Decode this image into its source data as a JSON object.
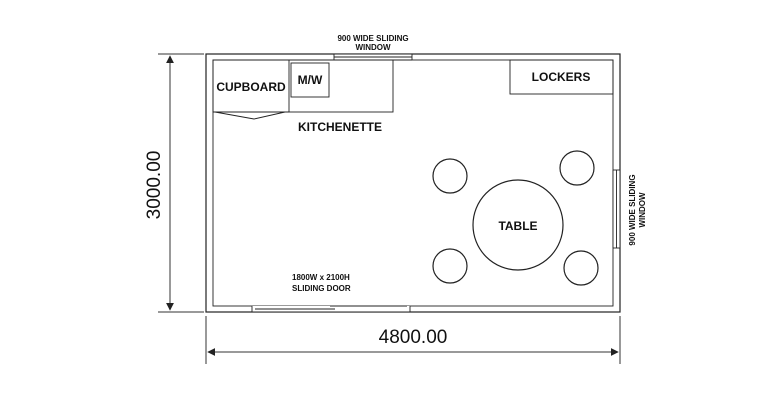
{
  "plan": {
    "dimensions": {
      "width_label": "4800.00",
      "height_label": "3000.00"
    },
    "top_window": {
      "line1": "900  WIDE  SLIDING",
      "line2": "WINDOW"
    },
    "right_window": {
      "line1": "900  WIDE  SLIDING",
      "line2": "WINDOW"
    },
    "door": {
      "line1": "1800W  x  2100H",
      "line2": "SLIDING   DOOR"
    },
    "labels": {
      "cupboard": "CUPBOARD",
      "microwave": "M/W",
      "kitchenette": "KITCHENETTE",
      "lockers": "LOCKERS",
      "table": "TABLE"
    }
  }
}
